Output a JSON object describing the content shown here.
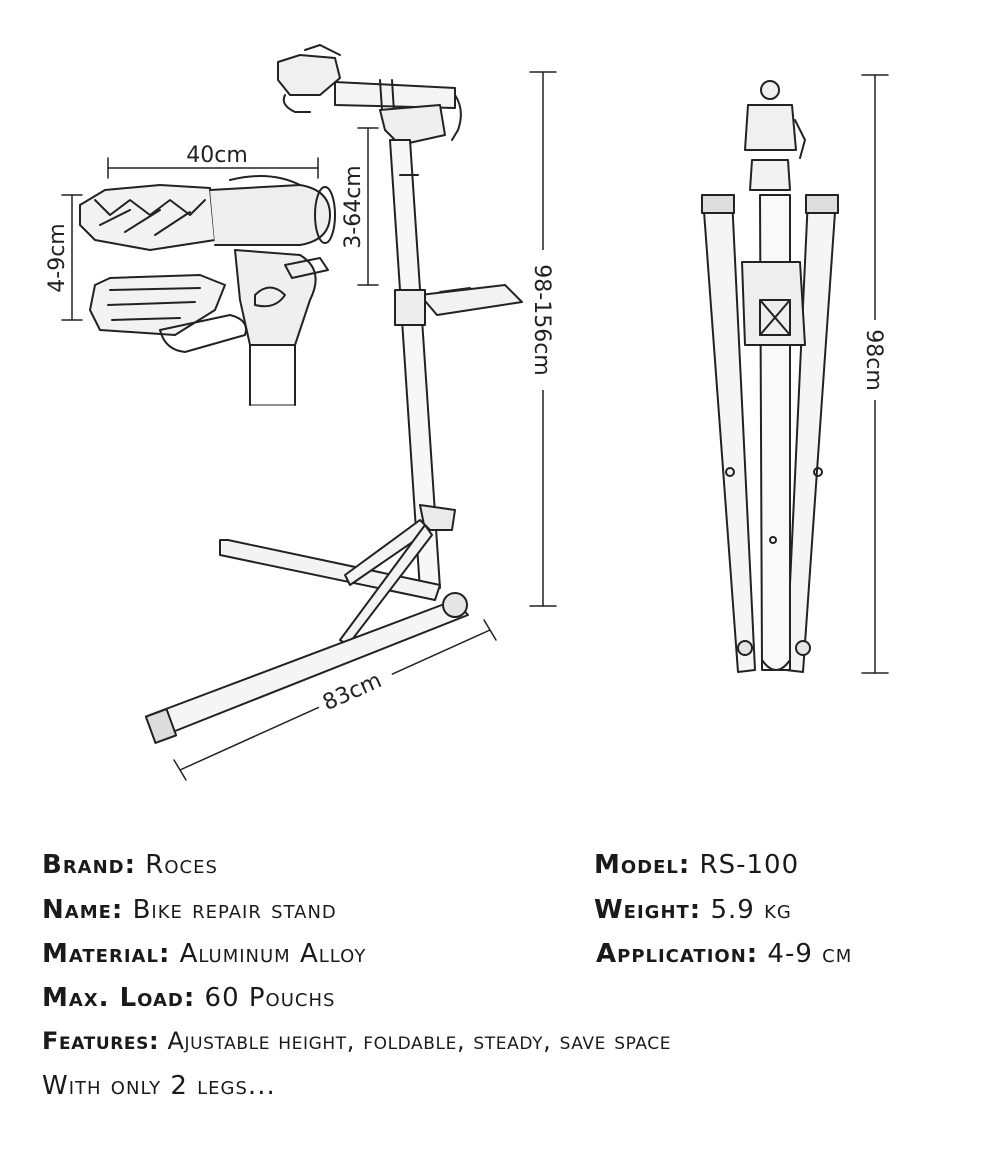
{
  "dimensions": {
    "jaw_width": "40cm",
    "jaw_opening": "4-9cm",
    "clamp_drop": "3-64cm",
    "stand_height": "98-156cm",
    "leg_length": "83cm",
    "folded_height": "98cm"
  },
  "specs": {
    "brand": {
      "label": "Brand:",
      "value": "Roces"
    },
    "model": {
      "label": "Model:",
      "value": "RS-100"
    },
    "name": {
      "label": "Name:",
      "value": "Bike repair stand"
    },
    "weight": {
      "label": "Weight:",
      "value": "5.9 kg"
    },
    "material": {
      "label": "Material:",
      "value": "Aluminum Alloy"
    },
    "application": {
      "label": "Application:",
      "value": "4-9 cm"
    },
    "max_load": {
      "label": "Max. Load:",
      "value": "60 Pouchs"
    },
    "features": {
      "label": "Features:",
      "value": "Ajustable height, foldable, steady, save space"
    },
    "note": "With only 2 legs..."
  }
}
